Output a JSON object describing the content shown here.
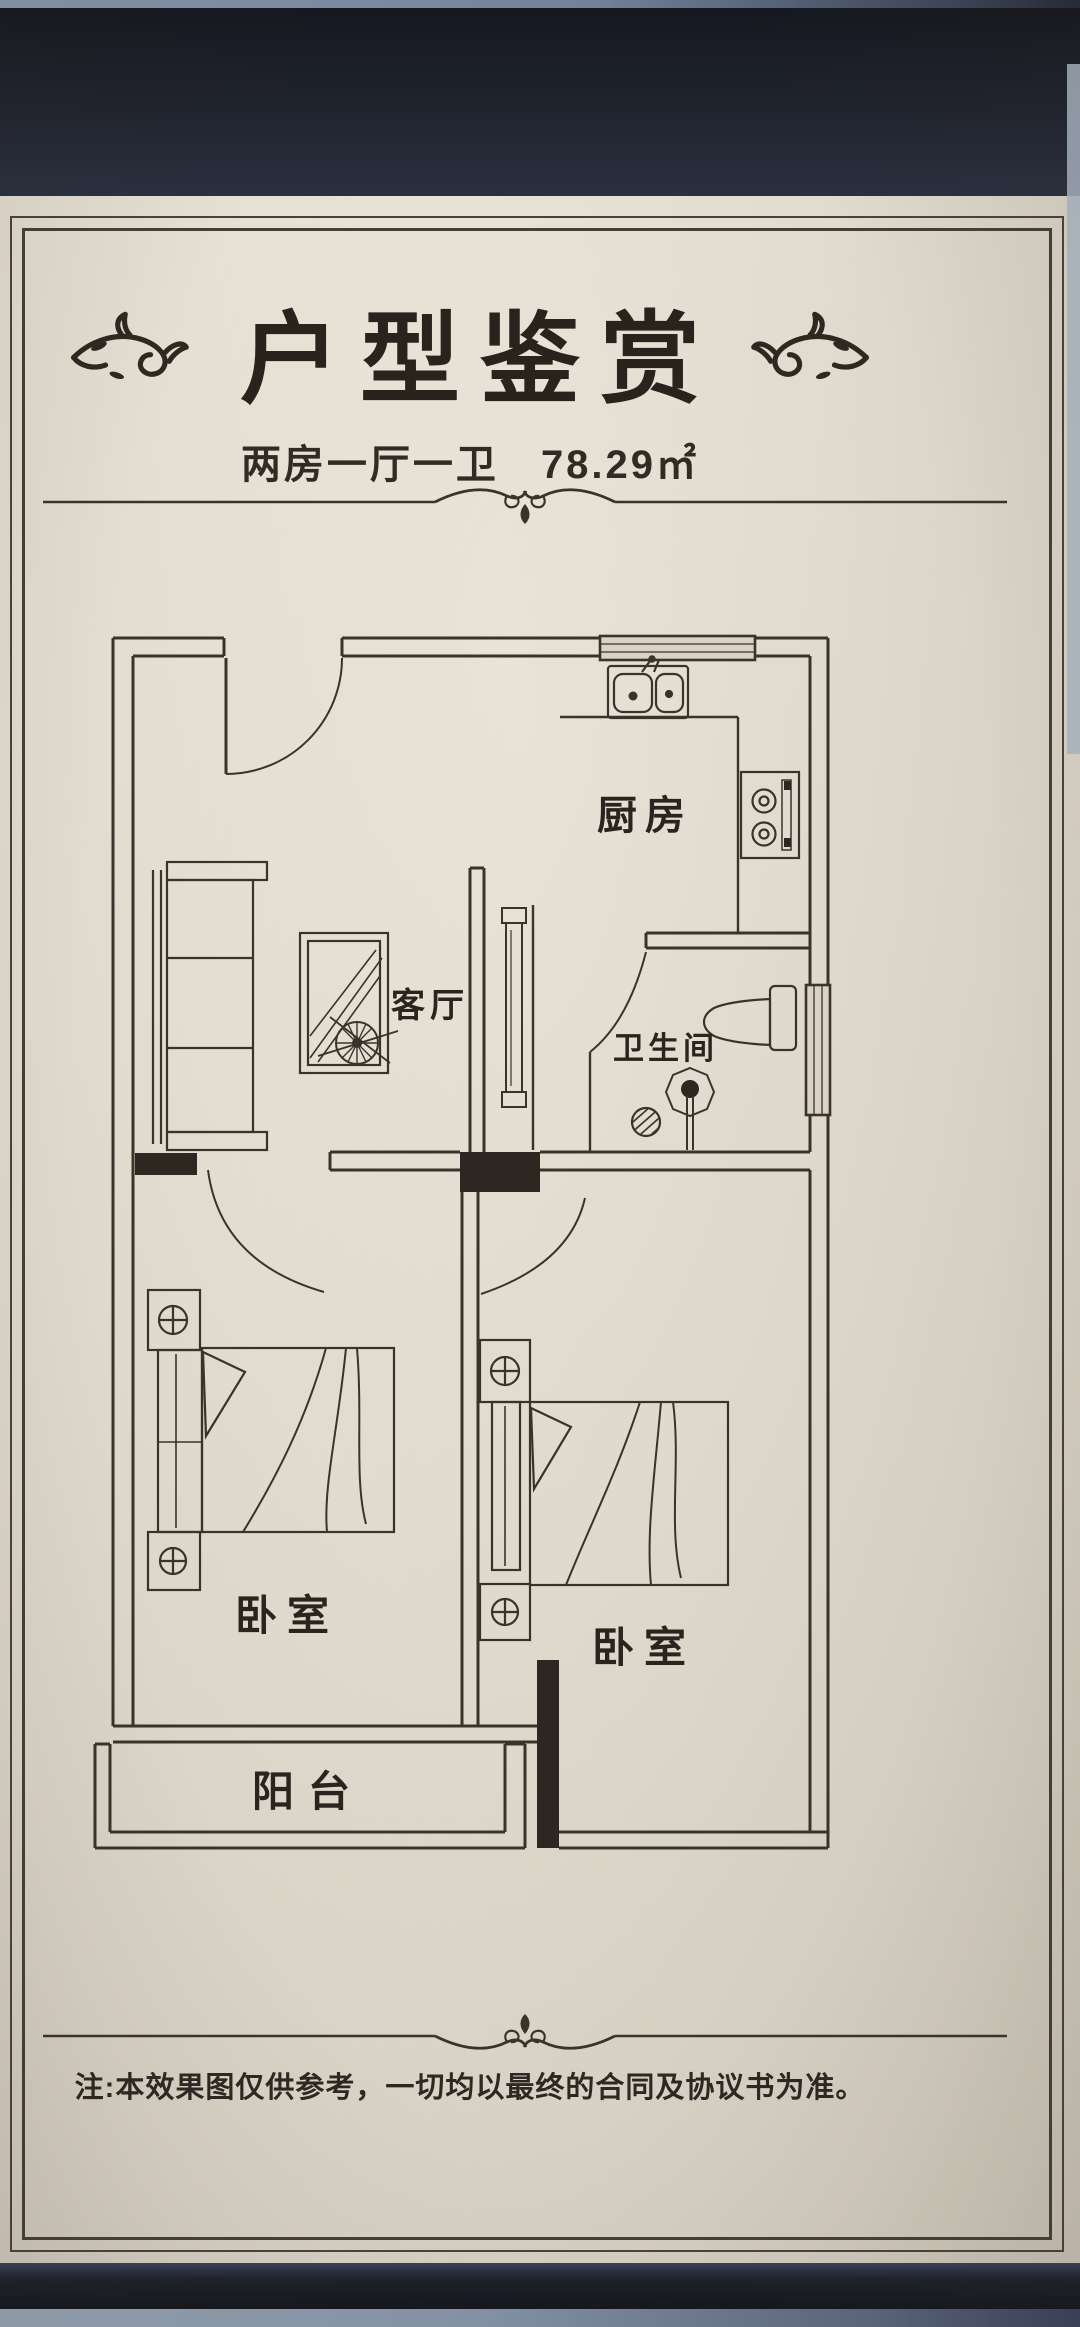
{
  "header": {
    "title": "户型鉴赏",
    "subtitle_layout": "两房一厅一卫",
    "subtitle_area": "78.29㎡"
  },
  "floorplan": {
    "rooms": [
      {
        "name": "kitchen",
        "label": "厨房"
      },
      {
        "name": "living-room",
        "label": "客厅"
      },
      {
        "name": "bathroom",
        "label": "卫生间"
      },
      {
        "name": "bedroom-left",
        "label": "卧室"
      },
      {
        "name": "bedroom-right",
        "label": "卧室"
      },
      {
        "name": "balcony",
        "label": "阳台"
      }
    ],
    "fixtures": [
      "double-sink",
      "gas-stove",
      "toilet",
      "shower-head",
      "floor-drain",
      "sofa",
      "tv",
      "coffee-table",
      "ceiling-fan",
      "bed",
      "nightstand",
      "window"
    ]
  },
  "footer": {
    "note": "注:本效果图仅供参考，一切均以最终的合同及协议书为准。"
  },
  "colors": {
    "paper": "#e8e2d5",
    "band_navy": "#20242f",
    "plan_line": "#3a332b",
    "ink": "#2b241e"
  }
}
